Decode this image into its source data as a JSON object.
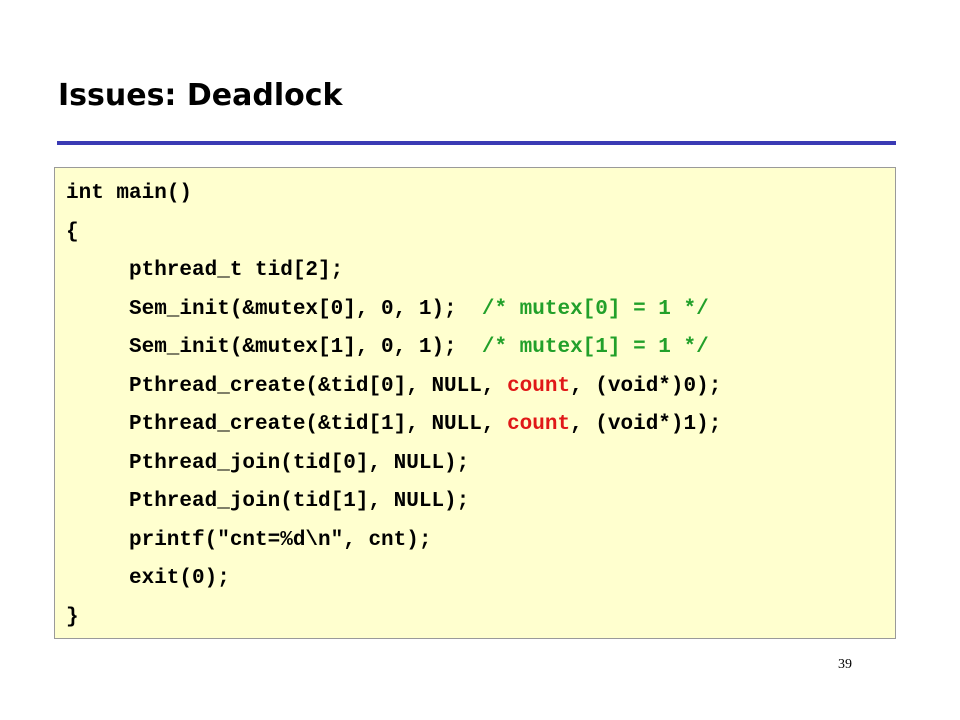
{
  "slide": {
    "title": "Issues: Deadlock",
    "page_number": "39"
  },
  "code": {
    "line1": "int main()",
    "line2": "{",
    "line3": "pthread_t tid[2];",
    "line4_code": "Sem_init(&mutex[0], 0, 1);  ",
    "line4_comment": "/* mutex[0] = 1 */",
    "line5_code": "Sem_init(&mutex[1], 0, 1);  ",
    "line5_comment": "/* mutex[1] = 1 */",
    "line6_pre": "Pthread_create(&tid[0], NULL, ",
    "line6_func": "count",
    "line6_post": ", (void*)0);",
    "line7_pre": "Pthread_create(&tid[1], NULL, ",
    "line7_func": "count",
    "line7_post": ", (void*)1);",
    "line8": "Pthread_join(tid[0], NULL);",
    "line9": "Pthread_join(tid[1], NULL);",
    "line10": "printf(\"cnt=%d\\n\", cnt);",
    "line11": "exit(0);",
    "line12": "}"
  },
  "colors": {
    "title_rule": "#3a3ab4",
    "code_background": "#ffffcf",
    "comment": "#22a02a",
    "highlight_function": "#e01818"
  }
}
